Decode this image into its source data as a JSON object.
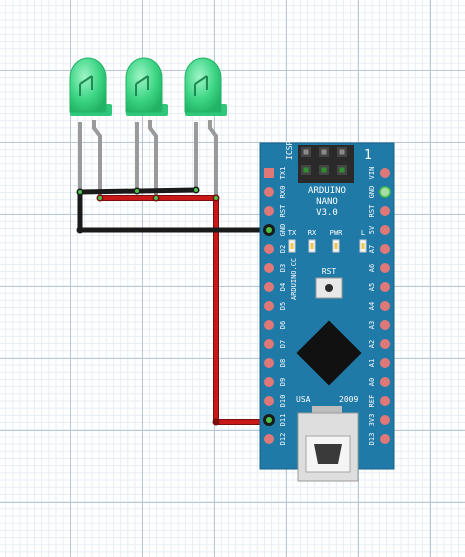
{
  "board": {
    "name_line1": "ARDUINO",
    "name_line2": "NANO",
    "version": "V3.0",
    "site": "ARDUINO.CC",
    "icsp": "ICSP",
    "icsp_number": "1",
    "origin": "USA",
    "year": "2009",
    "leds": [
      "TX",
      "RX",
      "PWR",
      "L"
    ],
    "reset_label": "RST",
    "pins_left": [
      "TX1",
      "RX0",
      "RST",
      "GND",
      "D2",
      "D3",
      "D4",
      "D5",
      "D6",
      "D7",
      "D8",
      "D9",
      "D10",
      "D11",
      "D12"
    ],
    "pins_right": [
      "VIN",
      "GND",
      "RST",
      "5V",
      "A7",
      "A6",
      "A5",
      "A4",
      "A3",
      "A2",
      "A1",
      "A0",
      "REF",
      "3V3",
      "D13"
    ]
  },
  "colors": {
    "board": "#1f7aa8",
    "led": "#3ed686",
    "wire_black": "#1a1a1a",
    "wire_red": "#c81818",
    "pin_pad": "#e07878",
    "connected_pin": "#4bc04b"
  },
  "components": {
    "led_count": 3,
    "led_color": "green"
  }
}
